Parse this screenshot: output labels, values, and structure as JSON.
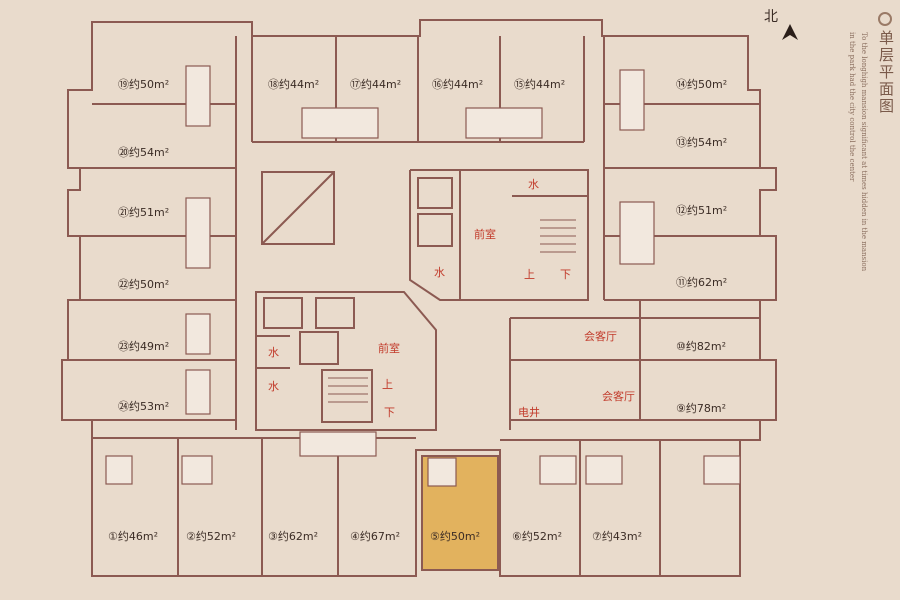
{
  "title": "单层平面图",
  "subtitle_lines": [
    "To the longhigh mansion significant at times hidden in the mansion",
    "in the park had the city control the center"
  ],
  "north_label": "北",
  "units": [
    {
      "no": "①",
      "area": "约46m²"
    },
    {
      "no": "②",
      "area": "约52m²"
    },
    {
      "no": "③",
      "area": "约62m²"
    },
    {
      "no": "④",
      "area": "约67m²"
    },
    {
      "no": "⑤",
      "area": "约50m²"
    },
    {
      "no": "⑥",
      "area": "约52m²"
    },
    {
      "no": "⑦",
      "area": "约43m²"
    },
    {
      "no": "⑨",
      "area": "约78m²"
    },
    {
      "no": "⑩",
      "area": "约82m²"
    },
    {
      "no": "⑪",
      "area": "约62m²"
    },
    {
      "no": "⑫",
      "area": "约51m²"
    },
    {
      "no": "⑬",
      "area": "约54m²"
    },
    {
      "no": "⑭",
      "area": "约50m²"
    },
    {
      "no": "⑮",
      "area": "约44m²"
    },
    {
      "no": "⑯",
      "area": "约44m²"
    },
    {
      "no": "⑰",
      "area": "约44m²"
    },
    {
      "no": "⑱",
      "area": "约44m²"
    },
    {
      "no": "⑲",
      "area": "约50m²"
    },
    {
      "no": "⑳",
      "area": "约54m²"
    },
    {
      "no": "㉑",
      "area": "约51m²"
    },
    {
      "no": "㉒",
      "area": "约50m²"
    },
    {
      "no": "㉓",
      "area": "约49m²"
    },
    {
      "no": "㉔",
      "area": "约53m²"
    }
  ],
  "rooms": {
    "lobby": "前室",
    "water": "水",
    "up": "上",
    "down": "下",
    "reception": "会客厅",
    "electric_shaft": "电井"
  },
  "highlight_unit": "⑤",
  "colors": {
    "wall": "#8c5a52",
    "background": "#e9dbcc",
    "room_label": "#c23b2b",
    "highlight": "#e2b25e"
  }
}
